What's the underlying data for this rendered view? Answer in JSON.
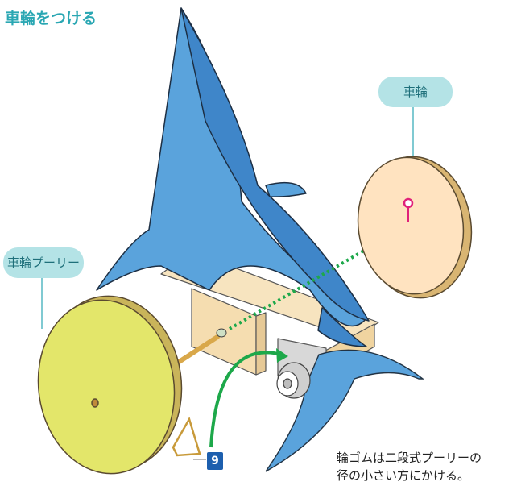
{
  "title": "車輪をつける",
  "labels": {
    "wheel": "車輪",
    "wheel_pulley": "車輪プーリー",
    "step_number": "9"
  },
  "note": {
    "line1": "輪ゴムは二段式プーリーの",
    "line2": "径の小さい方にかける。"
  },
  "colors": {
    "title": "#2aa7b3",
    "label_bg": "#b4e3e6",
    "body_blue": "#5aa3dc",
    "wood": "#f5ddb0",
    "pulley": "#e3e66a",
    "arrow_green": "#1da84a",
    "marker_pink": "#e0217a",
    "step_badge": "#1d5fae"
  }
}
